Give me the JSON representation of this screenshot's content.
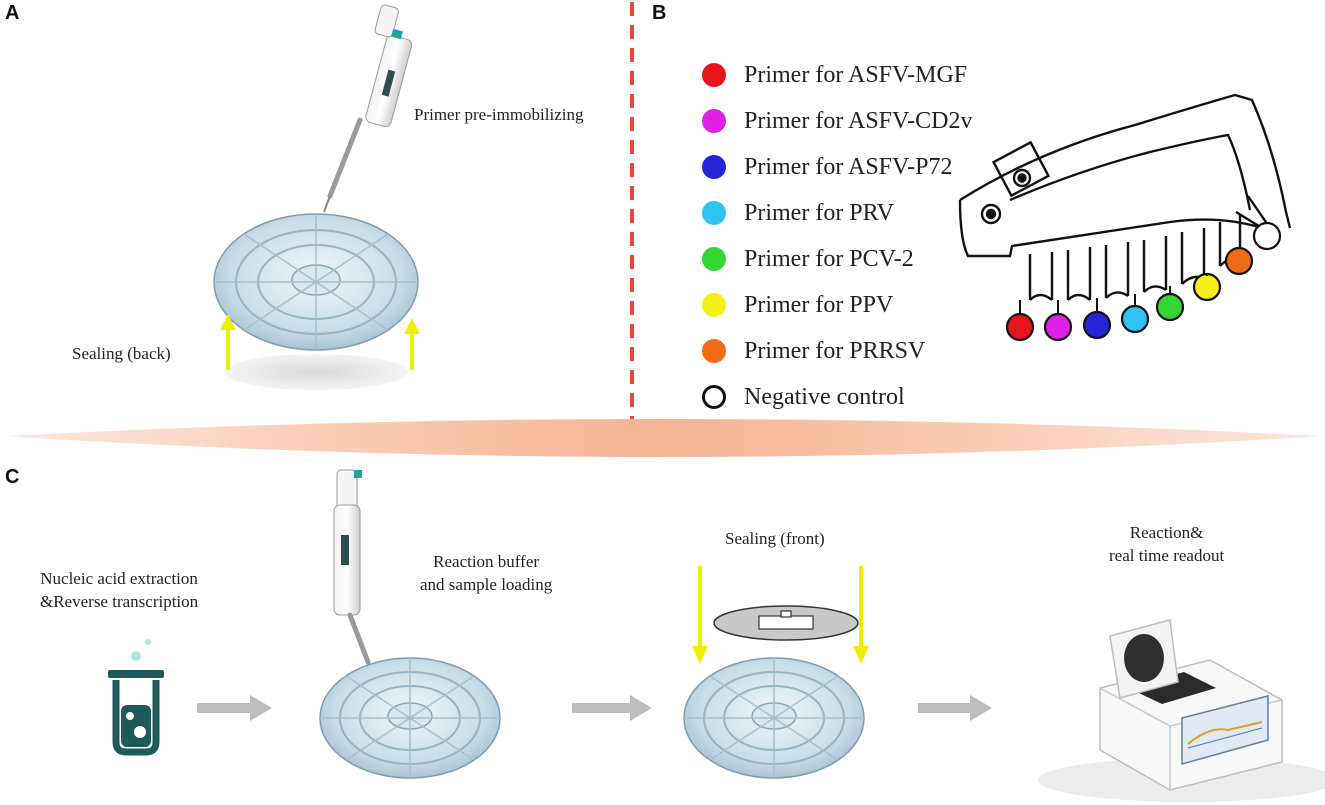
{
  "panels": {
    "a": "A",
    "b": "B",
    "c": "C"
  },
  "panel_a": {
    "primer_step": "Primer pre-immobilizing",
    "sealing_back": "Sealing (back)"
  },
  "panel_b": {
    "legend": [
      {
        "label": "Primer for ASFV-MGF",
        "color": "#e8141c"
      },
      {
        "label": "Primer for ASFV-CD2v",
        "color": "#e020e6"
      },
      {
        "label": "Primer for ASFV-P72",
        "color": "#2424d8"
      },
      {
        "label": "Primer for PRV",
        "color": "#2ec4ee"
      },
      {
        "label": "Primer for PCV-2",
        "color": "#34d633"
      },
      {
        "label": "Primer for PPV",
        "color": "#f3f018"
      },
      {
        "label": "Primer for PRRSV",
        "color": "#f06a18"
      },
      {
        "label": "Negative control",
        "color": "#ffffff"
      }
    ]
  },
  "panel_c": {
    "step1_line1": "Nucleic acid extraction",
    "step1_line2": "&Reverse transcription",
    "step2_line1": "Reaction buffer",
    "step2_line2": "and sample loading",
    "step3": "Sealing (front)",
    "step4_line1": "Reaction&",
    "step4_line2": "real time readout"
  },
  "colors": {
    "divider": "#e8473a",
    "arrow_yellow": "#eef000",
    "arrow_gray": "#bdbdbd",
    "tube": "#1f5a5a",
    "band": "#f6b391"
  }
}
